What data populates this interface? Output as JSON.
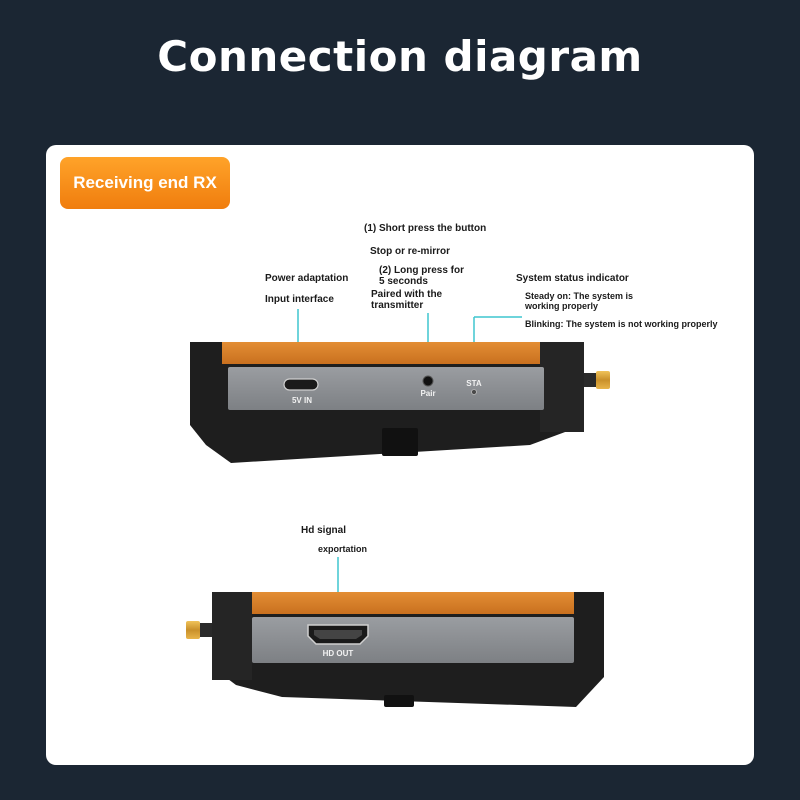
{
  "title": "Connection diagram",
  "badge": "Receiving end RX",
  "top_annotations": {
    "power_line1": "Power adaptation",
    "power_line2": "Input interface",
    "short_press": "(1) Short press the button",
    "stop_mirror": "Stop or re-mirror",
    "long_press_1": "(2) Long press for",
    "long_press_2": "5 seconds",
    "paired_1": "Paired with the",
    "paired_2": "transmitter",
    "status_title": "System status indicator",
    "steady_1": "Steady on: The system is",
    "steady_2": "working properly",
    "blinking": "Blinking: The system is not working properly"
  },
  "top_device_labels": {
    "usb": "5V IN",
    "pair": "Pair",
    "sta": "STA"
  },
  "bottom_annotations": {
    "hd_line1": "Hd signal",
    "hd_line2": "exportation"
  },
  "bottom_device_labels": {
    "hdmi": "HD OUT"
  },
  "colors": {
    "background": "#1b2633",
    "badge": "#f58a1f",
    "callout_line": "#3fc6cf",
    "device_orange": "#d9822b",
    "device_body": "#1e1e1e",
    "device_panel": "#8b8e92"
  }
}
